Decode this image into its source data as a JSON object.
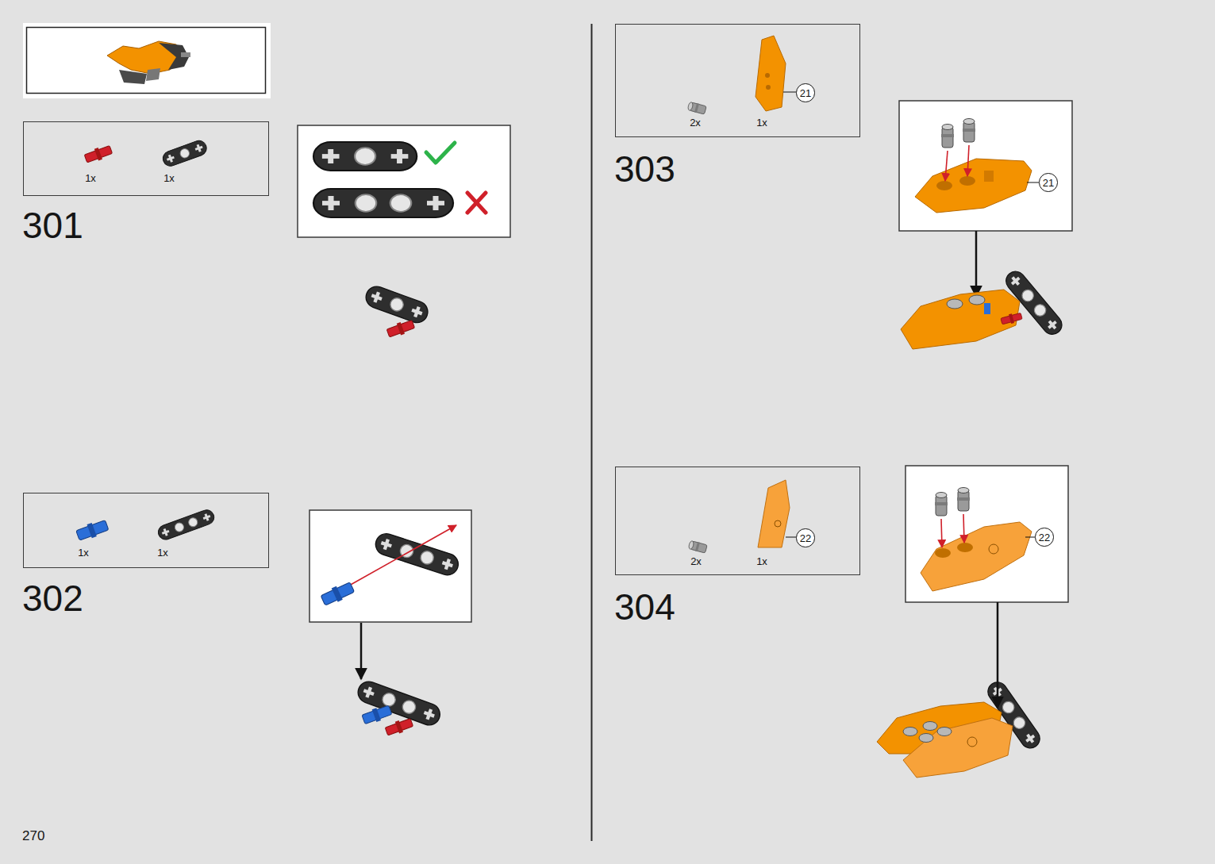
{
  "diagram": {
    "nodes": [
      {
        "text": [
          "1x",
          "1x"
        ]
      },
      {
        "text": [
          "1x",
          "1x"
        ]
      },
      {
        "text": [
          "2x",
          "1x"
        ]
      },
      {
        "text": [
          "21"
        ],
        "in": 2
      },
      {
        "text": [
          "21"
        ]
      },
      {
        "text": [
          "2x",
          "1x"
        ]
      },
      {
        "text": [
          "22"
        ],
        "in": 5
      },
      {
        "text": [
          "22"
        ]
      }
    ],
    "labels": [
      "301",
      "302",
      "303",
      "304",
      "270"
    ]
  }
}
